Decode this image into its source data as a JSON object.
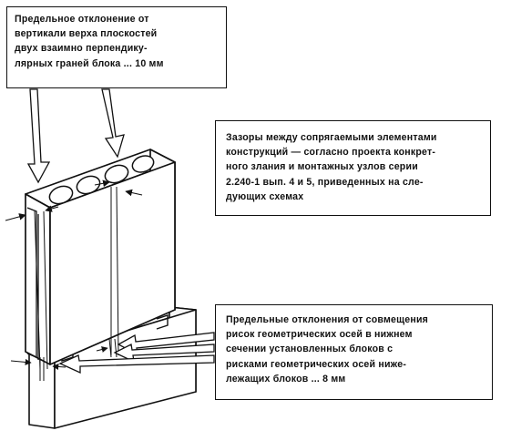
{
  "callouts": {
    "top": {
      "lines": [
        "Предельное отклонение от",
        "вертикали верха плоскостей",
        "двух взаимно перпендику-",
        "лярных граней блока ... 10 мм"
      ]
    },
    "middle": {
      "lines": [
        "Зазоры между сопрягаемыми элементами",
        "конструкций — согласно проекта конкрет-",
        "ного злания и монтажных узлов серии",
        "2.240-1 вып. 4 и 5, приведенных на сле-",
        "дующих схемах"
      ]
    },
    "bottom": {
      "lines": [
        "Предельные отклонения от совмещения",
        "рисок геометрических осей в нижнем",
        "сечении установленных блоков с",
        "рисками геометрических осей ниже-",
        "лежащих блоков ... 8 мм"
      ]
    }
  },
  "colors": {
    "ink": "#111111",
    "paper": "#ffffff",
    "hatch": "#444444"
  }
}
